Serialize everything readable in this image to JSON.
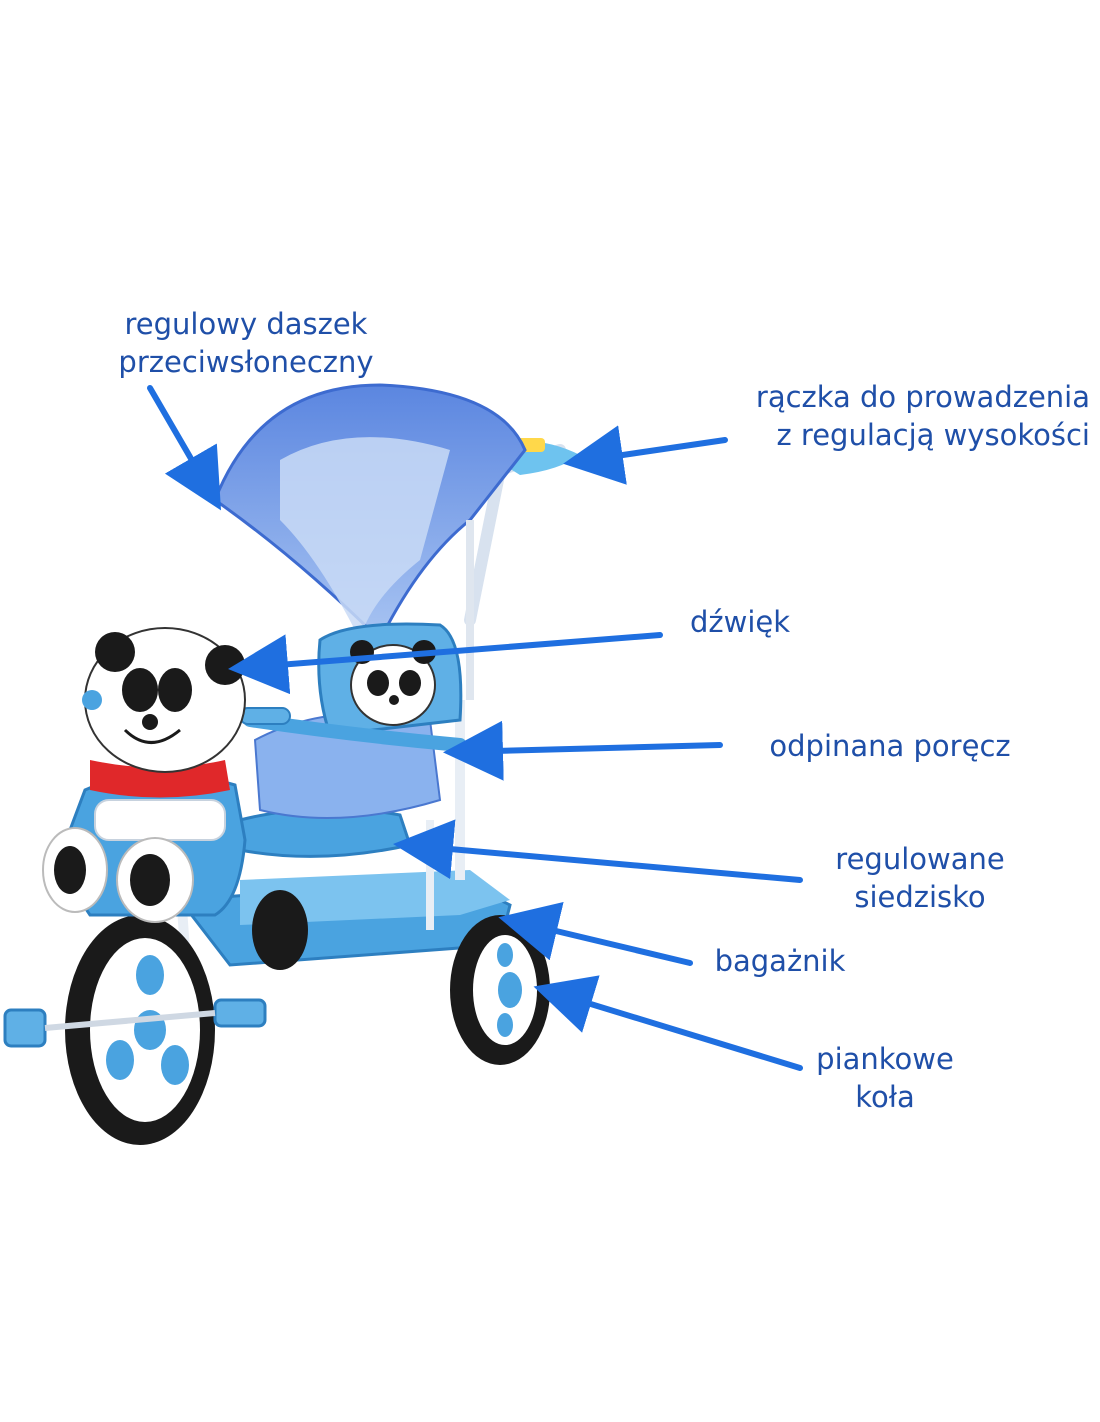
{
  "colors": {
    "accent": "#1f4fa8",
    "arrow": "#1f6fe0",
    "tricycle_blue": "#4aa3e0",
    "canopy_blue": "#6f9ce8",
    "tire": "#1a1a1a"
  },
  "labels": {
    "canopy": [
      "regulowy daszek",
      "przeciwsłoneczny"
    ],
    "handle": [
      "rączka do prowadzenia",
      "z regulacją wysokości"
    ],
    "sound": [
      "dźwięk"
    ],
    "rail": [
      "odpinana poręcz"
    ],
    "seat": [
      "regulowane",
      "siedzisko"
    ],
    "trunk": [
      "bagażnik"
    ],
    "wheels": [
      "piankowe",
      "koła"
    ]
  }
}
